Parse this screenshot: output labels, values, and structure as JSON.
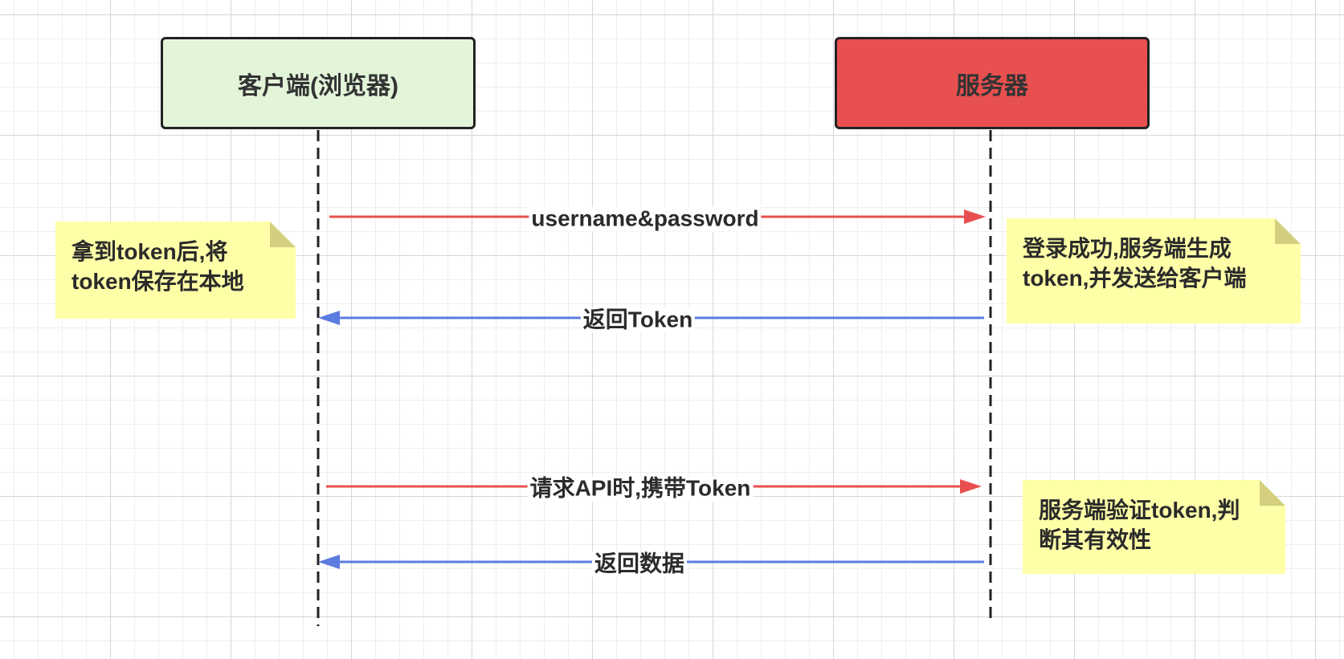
{
  "participants": {
    "client": {
      "label": "客户端(浏览器)",
      "fill": "#e3f5d9"
    },
    "server": {
      "label": "服务器",
      "fill": "#e8504f"
    }
  },
  "messages": [
    {
      "id": "m1",
      "label": "username&password",
      "direction": "client-to-server",
      "color": "#e8504f"
    },
    {
      "id": "m2",
      "label": "返回Token",
      "direction": "server-to-client",
      "color": "#5b7be0"
    },
    {
      "id": "m3",
      "label": "请求API时,携带Token",
      "direction": "client-to-server",
      "color": "#e8504f"
    },
    {
      "id": "m4",
      "label": "返回数据",
      "direction": "server-to-client",
      "color": "#5b7be0"
    }
  ],
  "notes": [
    {
      "id": "n1",
      "lines": [
        "拿到token后,将",
        "token保存在本地"
      ]
    },
    {
      "id": "n2",
      "lines": [
        "登录成功,服务端生成",
        "token,并发送给客户端"
      ]
    },
    {
      "id": "n3",
      "lines": [
        "服务端验证token,判",
        "断其有效性"
      ]
    }
  ],
  "note_style": {
    "fill": "#ffffa8",
    "fold": "#d3cf7e"
  }
}
